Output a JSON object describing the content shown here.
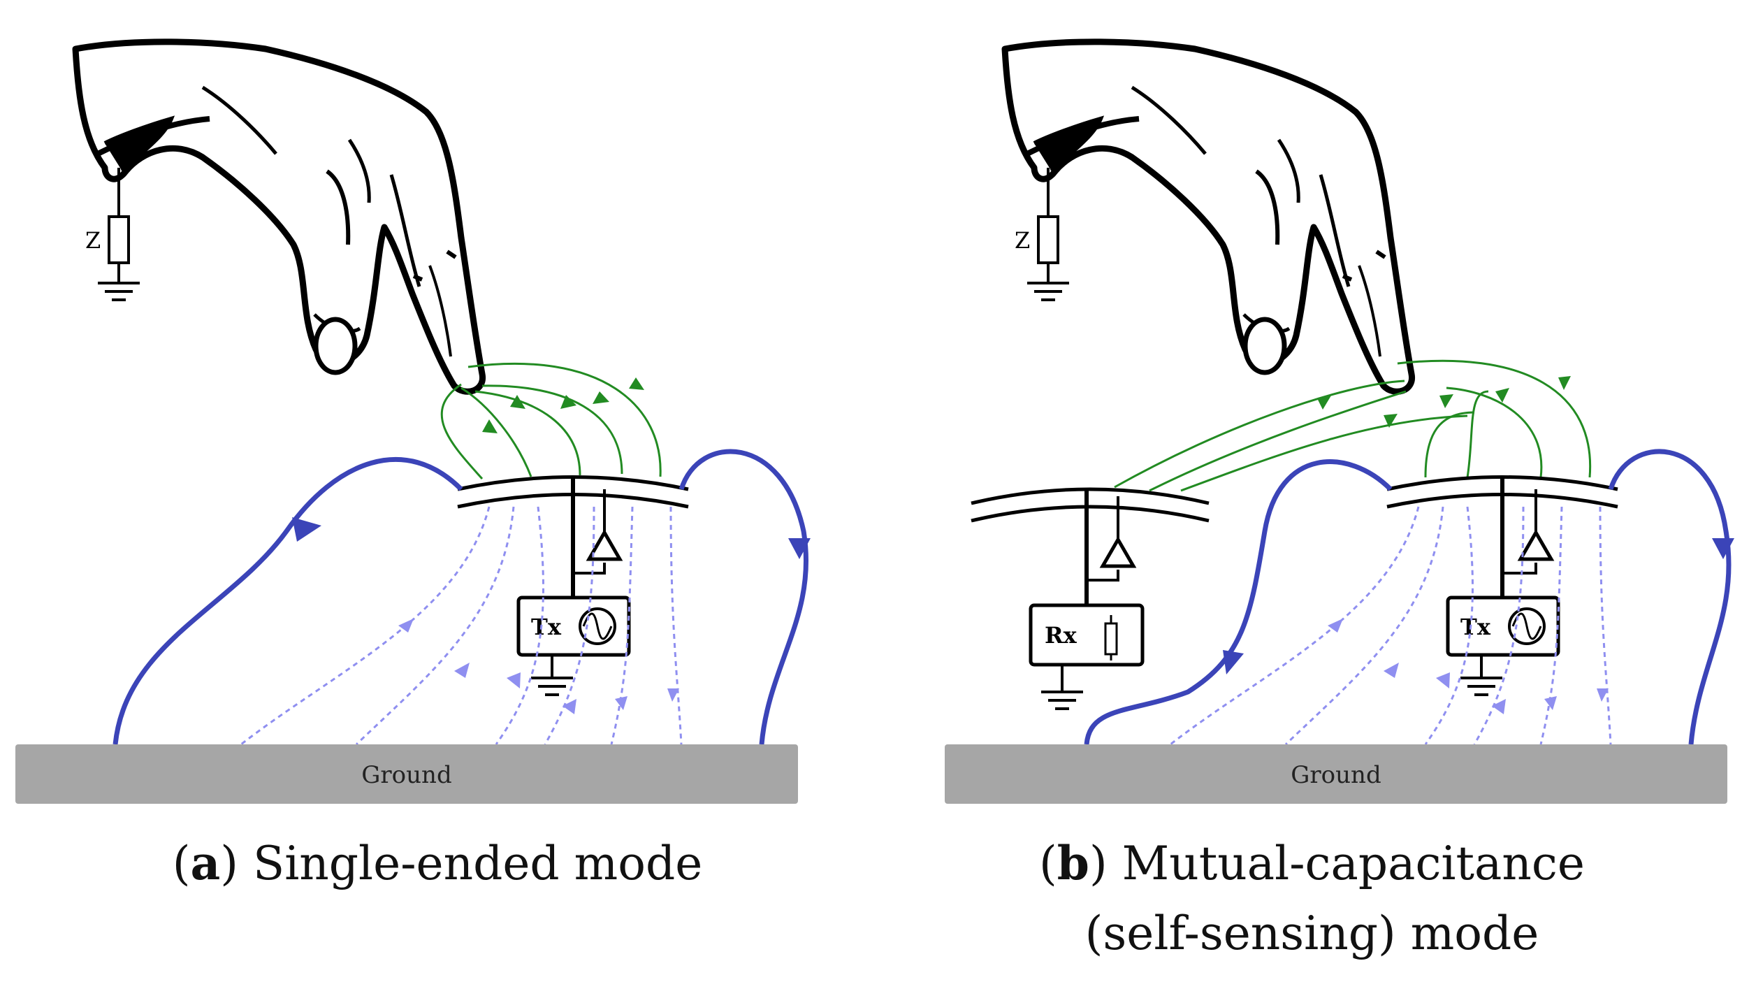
{
  "colors": {
    "ink": "#000000",
    "ground_fill": "#a6a6a6",
    "field_line": "#228b22",
    "return_path": "#3b44b8",
    "dashed_field": "#8f8ff0"
  },
  "icons": {
    "hand": "pointing-hand-icon",
    "impedance": "resistor-icon",
    "earth": "ground-symbol-icon",
    "oscillator": "sine-source-icon",
    "amplifier": "buffer-triangle-icon"
  },
  "panels": [
    {
      "id": "a",
      "impedance_label": "Z",
      "ground_label": "Ground",
      "tx_label": "Tx",
      "caption_letter": "a",
      "caption_text": " Single-ended mode",
      "caption_line2": ""
    },
    {
      "id": "b",
      "impedance_label": "Z",
      "ground_label": "Ground",
      "tx_label": "Tx",
      "rx_label": "Rx",
      "caption_letter": "b",
      "caption_text": " Mutual-capacitance",
      "caption_line2": "(self-sensing) mode"
    }
  ]
}
